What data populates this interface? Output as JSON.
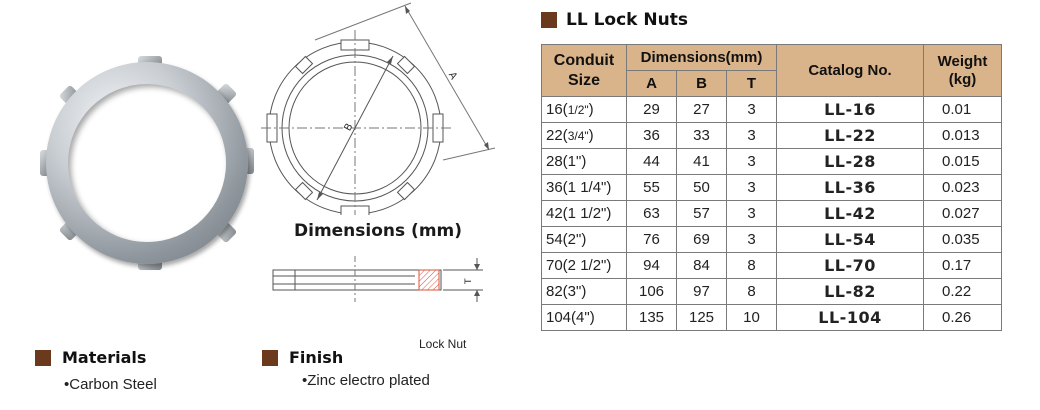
{
  "title": "LL Lock Nuts",
  "drawing": {
    "dim_a_label": "A",
    "dim_b_label": "B",
    "dim_t_label": "T",
    "caption": "Dimensions (mm)",
    "lock_nut_label": "Lock Nut"
  },
  "materials": {
    "heading": "Materials",
    "item": "•Carbon Steel"
  },
  "finish": {
    "heading": "Finish",
    "item": "•Zinc electro plated"
  },
  "table": {
    "headers": {
      "conduit_size": "Conduit Size",
      "dimensions": "Dimensions(mm)",
      "a": "A",
      "b": "B",
      "t": "T",
      "catalog": "Catalog No.",
      "weight": "Weight (kg)"
    },
    "rows": [
      {
        "size_main": "16(",
        "size_frac": "1/2\"",
        "size_end": ")",
        "a": "29",
        "b": "27",
        "t": "3",
        "catalog": "LL-16",
        "weight": "0.01"
      },
      {
        "size_main": "22(",
        "size_frac": "3/4\"",
        "size_end": ")",
        "a": "36",
        "b": "33",
        "t": "3",
        "catalog": "LL-22",
        "weight": "0.013"
      },
      {
        "size_main": "28(1\")",
        "size_frac": "",
        "size_end": "",
        "a": "44",
        "b": "41",
        "t": "3",
        "catalog": "LL-28",
        "weight": "0.015"
      },
      {
        "size_main": "36(1 1/4\")",
        "size_frac": "",
        "size_end": "",
        "a": "55",
        "b": "50",
        "t": "3",
        "catalog": "LL-36",
        "weight": "0.023"
      },
      {
        "size_main": "42(1 1/2\")",
        "size_frac": "",
        "size_end": "",
        "a": "63",
        "b": "57",
        "t": "3",
        "catalog": "LL-42",
        "weight": "0.027"
      },
      {
        "size_main": "54(2\")",
        "size_frac": "",
        "size_end": "",
        "a": "76",
        "b": "69",
        "t": "3",
        "catalog": "LL-54",
        "weight": "0.035"
      },
      {
        "size_main": "70(2 1/2\")",
        "size_frac": "",
        "size_end": "",
        "a": "94",
        "b": "84",
        "t": "8",
        "catalog": "LL-70",
        "weight": "0.17"
      },
      {
        "size_main": "82(3\")",
        "size_frac": "",
        "size_end": "",
        "a": "106",
        "b": "97",
        "t": "8",
        "catalog": "LL-82",
        "weight": "0.22"
      },
      {
        "size_main": "104(4\")",
        "size_frac": "",
        "size_end": "",
        "a": "135",
        "b": "125",
        "t": "10",
        "catalog": "LL-104",
        "weight": "0.26"
      }
    ]
  }
}
